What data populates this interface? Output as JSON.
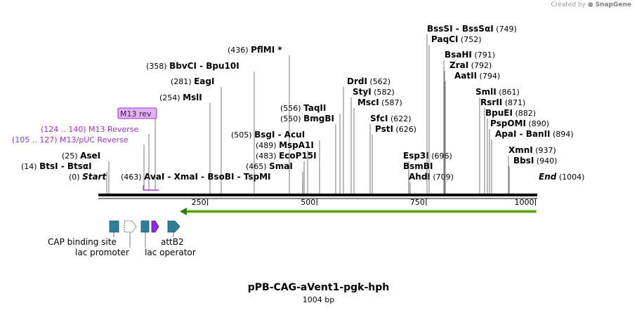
{
  "app": {
    "credit_prefix": "Created by",
    "credit_brand": "SnapGene"
  },
  "plasmid": {
    "name": "pPB-CAG-aVent1-pgk-hph",
    "size_label": "1004 bp",
    "length": 1004
  },
  "colors": {
    "site_label": "#000000",
    "primer": "#9b30d0",
    "primer_box_fill": "#e0b0f0",
    "feature_teal": "#2f7f99",
    "feature_purple": "#8b2be2",
    "orf_green": "#a3d65c",
    "orf_arrow": "#2e7d10"
  },
  "scale": {
    "ticks": [
      250,
      500,
      750,
      1000
    ]
  },
  "sites": [
    {
      "pos": "(0)",
      "names": [
        "Start"
      ],
      "italic": true
    },
    {
      "pos": "(14)",
      "names": [
        "BtsI",
        "BtsαI"
      ]
    },
    {
      "pos": "(25)",
      "names": [
        "AseI"
      ]
    },
    {
      "pos": "(254)",
      "names": [
        "MslI"
      ]
    },
    {
      "pos": "(281)",
      "names": [
        "EagI"
      ]
    },
    {
      "pos": "(358)",
      "names": [
        "BbvCI",
        "Bpu10I"
      ]
    },
    {
      "pos": "(436)",
      "names": [
        "PflMI *"
      ]
    },
    {
      "pos": "(463)",
      "names": [
        "AvaI",
        "XmaI",
        "BsoBI",
        "TspMI"
      ]
    },
    {
      "pos": "(465)",
      "names": [
        "SmaI"
      ]
    },
    {
      "pos": "(483)",
      "names": [
        "EcoP15I"
      ]
    },
    {
      "pos": "(489)",
      "names": [
        "MspA1I"
      ]
    },
    {
      "pos": "(505)",
      "names": [
        "BsgI",
        "AcuI"
      ]
    },
    {
      "pos": "(550)",
      "names": [
        "BmgBI"
      ]
    },
    {
      "pos": "(556)",
      "names": [
        "TaqII"
      ]
    },
    {
      "pos": "(562)",
      "names": [
        "DrdI"
      ]
    },
    {
      "pos": "(582)",
      "names": [
        "StyI"
      ]
    },
    {
      "pos": "(587)",
      "names": [
        "MscI"
      ]
    },
    {
      "pos": "(622)",
      "names": [
        "SfcI"
      ]
    },
    {
      "pos": "(626)",
      "names": [
        "PstI"
      ]
    },
    {
      "pos": "(696)",
      "names": [
        "Esp3I"
      ]
    },
    {
      "pos": "",
      "names": [
        "BsmBI"
      ]
    },
    {
      "pos": "(709)",
      "names": [
        "AhdI"
      ]
    },
    {
      "pos": "(749)",
      "names": [
        "BssSI",
        "BssSαI"
      ]
    },
    {
      "pos": "(752)",
      "names": [
        "PaqCI"
      ]
    },
    {
      "pos": "(791)",
      "names": [
        "BsaHI"
      ]
    },
    {
      "pos": "(792)",
      "names": [
        "ZraI"
      ]
    },
    {
      "pos": "(794)",
      "names": [
        "AatII"
      ]
    },
    {
      "pos": "(861)",
      "names": [
        "SmlI"
      ]
    },
    {
      "pos": "(871)",
      "names": [
        "RsrII"
      ]
    },
    {
      "pos": "(882)",
      "names": [
        "BpuEI"
      ]
    },
    {
      "pos": "(890)",
      "names": [
        "PspOMI"
      ]
    },
    {
      "pos": "(894)",
      "names": [
        "ApaI",
        "BanII"
      ]
    },
    {
      "pos": "(937)",
      "names": [
        "XmnI"
      ]
    },
    {
      "pos": "(940)",
      "names": [
        "BbsI"
      ]
    },
    {
      "pos": "(1004)",
      "names": [
        "End"
      ],
      "italic": true
    }
  ],
  "primers": [
    {
      "label": "M13 rev",
      "boxed": true
    },
    {
      "pos": "(124 .. 140)",
      "label": "M13 Reverse"
    },
    {
      "pos": "(105 .. 127)",
      "label": "M13/pUC Reverse"
    }
  ],
  "features": [
    {
      "label": "CAP binding site"
    },
    {
      "label": "lac promoter"
    },
    {
      "label": "lac operator"
    },
    {
      "label": "attB2"
    }
  ]
}
